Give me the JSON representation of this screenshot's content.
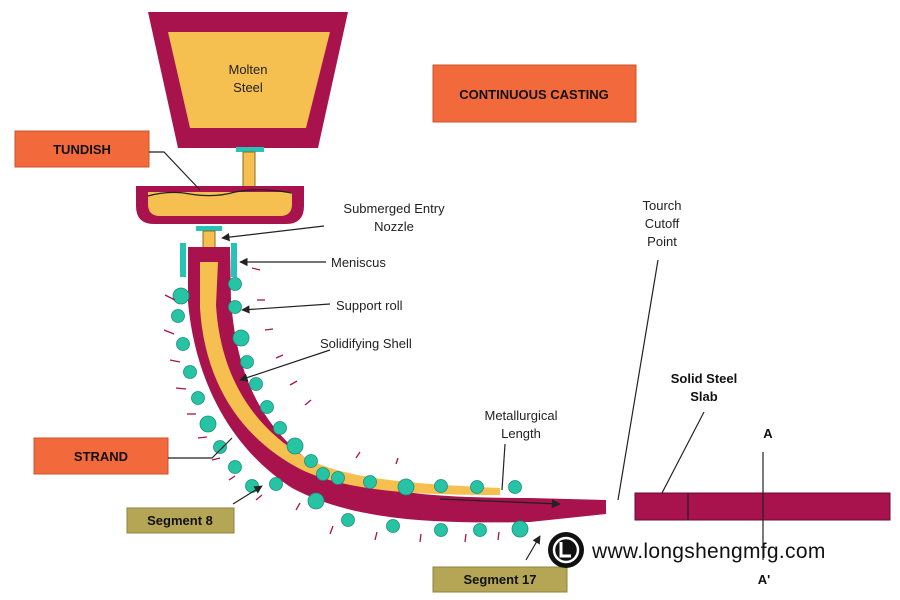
{
  "labels": {
    "molten_line1": "Molten",
    "molten_line2": "Steel",
    "continuous_casting": "CONTINUOUS CASTING",
    "tundish": "TUNDISH",
    "sen_line1": "Submerged Entry",
    "sen_line2": "Nozzle",
    "meniscus": "Meniscus",
    "support_roll": "Support roll",
    "solidifying_shell": "Solidifying Shell",
    "strand": "STRAND",
    "metallurgical_line1": "Metallurgical",
    "metallurgical_line2": "Length",
    "torch_line1": "Tourch",
    "torch_line2": "Cutoff",
    "torch_line3": "Point",
    "slab_line1": "Solid Steel",
    "slab_line2": "Slab",
    "section_a": "A",
    "section_a_prime": "A'",
    "segment8": "Segment 8",
    "segment17": "Segment 17",
    "website": "www.longshengmfg.com"
  },
  "colors": {
    "vessel": "#a8124d",
    "steel": "#f5c04f",
    "orange_box": "#f26a3b",
    "segment_box": "#b5a656",
    "roll": "#26c4a4",
    "mold": "#26c4b8"
  },
  "icons": {
    "logo": "longsheng-logo-icon"
  }
}
